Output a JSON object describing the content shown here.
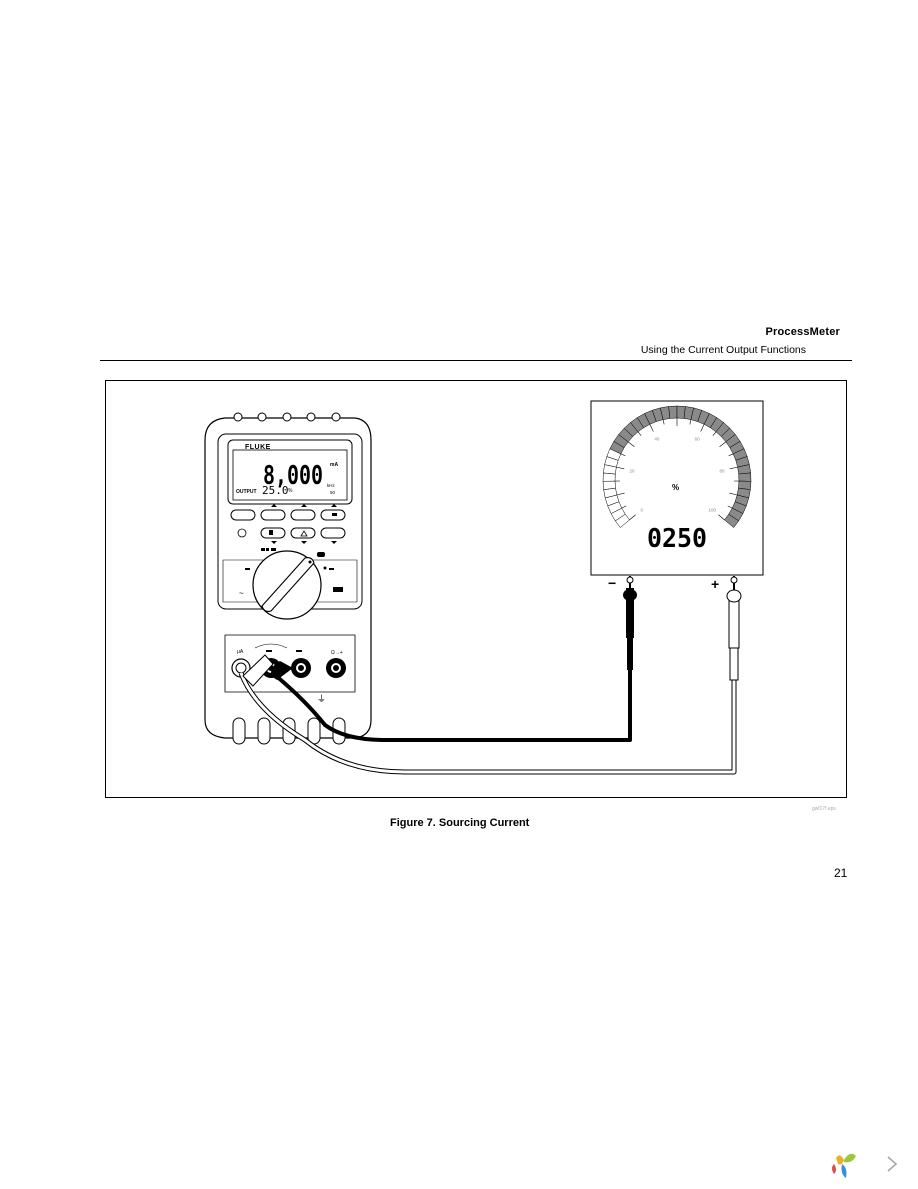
{
  "header": {
    "title": "ProcessMeter",
    "subtitle": "Using the Current Output Functions"
  },
  "figure": {
    "caption": "Figure 7. Sourcing Current",
    "figure_code": "gwl17f.eps",
    "meter": {
      "brand": "FLUKE",
      "display_main": "8,000",
      "display_main_unit": "mA",
      "display_output_label": "OUTPUT",
      "display_output_value": "25.0",
      "display_output_unit": "%",
      "display_khz": "kHz",
      "display_small": "50"
    },
    "loop_device": {
      "unit_label": "%",
      "readout": "0250",
      "scale_ticks": [
        "0",
        "20",
        "40",
        "60",
        "80",
        "100"
      ],
      "negative_terminal": "−",
      "positive_terminal": "+"
    }
  },
  "page": {
    "number": "21"
  }
}
